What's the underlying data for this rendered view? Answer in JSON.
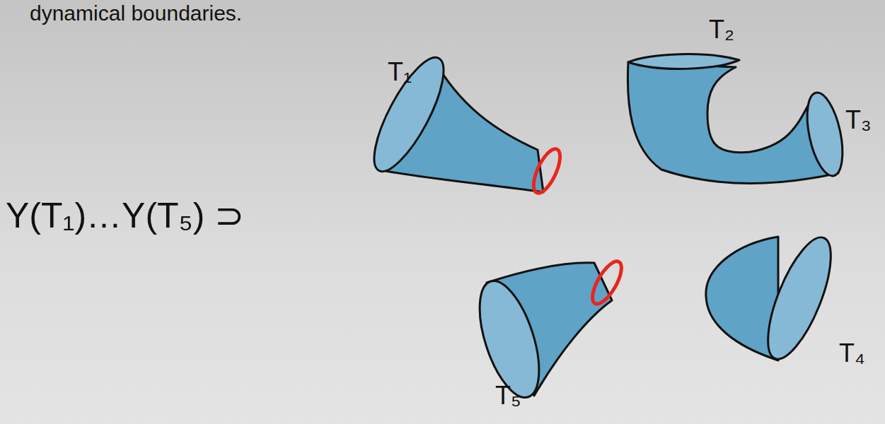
{
  "diagram": {
    "labels": [
      "dynamical boundaries.",
      "Y(T₁)…Y(T₅) ⊃",
      "T₁",
      "T₂",
      "T₃",
      "T₄",
      "T₅"
    ]
  }
}
